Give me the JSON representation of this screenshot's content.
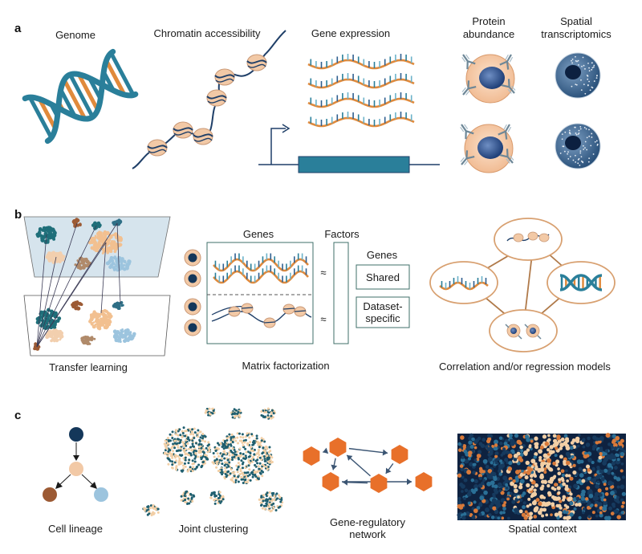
{
  "panels": {
    "a": "a",
    "b": "b",
    "c": "c"
  },
  "panel_a": {
    "genome": "Genome",
    "chromatin": "Chromatin accessibility",
    "gene_expression": "Gene expression",
    "protein_line1": "Protein",
    "protein_line2": "abundance",
    "spatial_line1": "Spatial",
    "spatial_line2": "transcriptomics"
  },
  "panel_b": {
    "transfer": "Transfer learning",
    "genes": "Genes",
    "factors": "Factors",
    "genes_right": "Genes",
    "shared": "Shared",
    "dataset_line1": "Dataset-",
    "dataset_line2": "specific",
    "approx": "≈",
    "matrix": "Matrix factorization",
    "correlation": "Correlation and/or regression models"
  },
  "panel_c": {
    "lineage": "Cell lineage",
    "joint": "Joint clustering",
    "grn_line1": "Gene-regulatory",
    "grn_line2": "network",
    "spatial": "Spatial context"
  },
  "colors": {
    "teal": "#2a7f9a",
    "orange": "#e08a3c",
    "peach": "#f2c9a6",
    "navy": "#14375a",
    "darknavy": "#0e2240",
    "hex_orange": "#e8702a",
    "light_blue": "#9cc4de",
    "brown": "#9c5a34"
  }
}
